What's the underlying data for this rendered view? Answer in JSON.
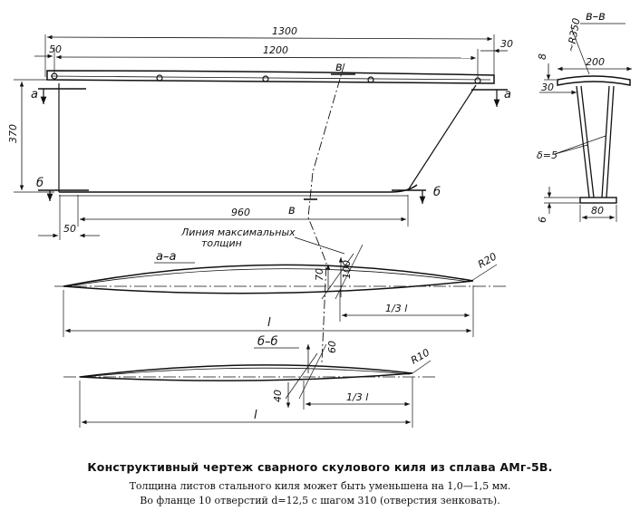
{
  "dimensions": {
    "overall_length": "1300",
    "hole_span": "1200",
    "left_offset": "50",
    "right_offset": "30",
    "height": "370",
    "bottom_length": "960",
    "bottom_offset": "50",
    "aa_thick": "70",
    "aa_width": "100",
    "aa_radius": "R20",
    "aa_third": "1/3 l",
    "aa_l": "l",
    "bb_thick": "60",
    "bb_width": "40",
    "bb_radius": "R10",
    "bb_third": "1/3 l",
    "bb_l": "l",
    "vv_radius": "~R350",
    "vv_top_width": "200",
    "vv_flange_offset": "30",
    "vv_top_thick": "8",
    "vv_wall": "δ=5",
    "vv_bottom_thick": "6",
    "vv_bottom_width": "80"
  },
  "labels": {
    "section_a": "а",
    "section_b": "б",
    "section_v": "в",
    "section_aa": "а–а",
    "section_bb": "б–б",
    "section_vv": "в–в",
    "max_thickness_line": "Линия максимальных",
    "max_thickness_line2": "толщин"
  },
  "caption": {
    "title": "Конструктивный чертеж сварного скулового киля из сплава АМг-5В.",
    "note1": "Толщина листов стального киля может быть уменьшена на 1,0—1,5 мм.",
    "note2": "Во фланце 10 отверстий d=12,5 с шагом 310 (отверстия зенковать)."
  }
}
